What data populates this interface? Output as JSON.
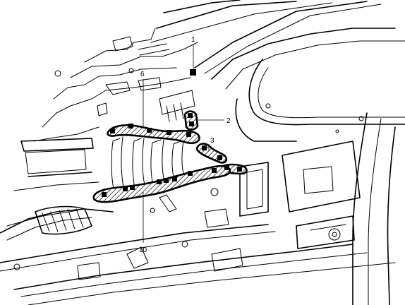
{
  "callouts": {
    "c1": "1",
    "c2": "2",
    "c3": "3",
    "c6": "6",
    "c10": "10"
  },
  "colors": {
    "line": "#000000",
    "background": "#ffffff"
  }
}
